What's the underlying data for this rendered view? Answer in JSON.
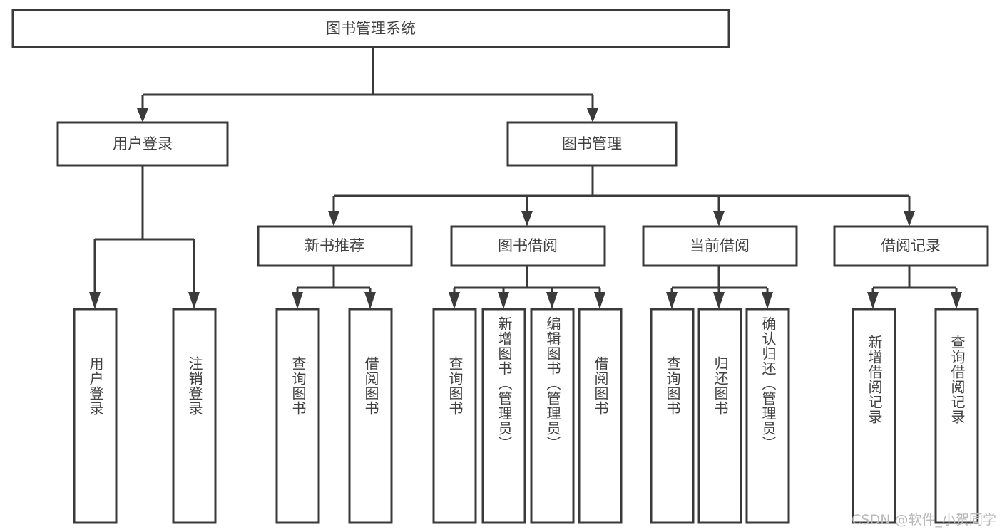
{
  "diagram": {
    "type": "tree-hierarchy",
    "title": "图书管理系统",
    "watermark": "CSDN @软件_小贺同学",
    "colors": {
      "box_stroke": "#3a3a3a",
      "box_fill": "#ffffff",
      "text": "#404040",
      "connector": "#3a3a3a",
      "background": "#ffffff",
      "watermark": "#b9b9b9"
    },
    "root": {
      "label": "图书管理系统"
    },
    "level1": [
      {
        "label": "用户登录"
      },
      {
        "label": "图书管理"
      }
    ],
    "level2": [
      {
        "label": "新书推荐"
      },
      {
        "label": "图书借阅"
      },
      {
        "label": "当前借阅"
      },
      {
        "label": "借阅记录"
      }
    ],
    "leaves": {
      "user_login": [
        {
          "label": "用户登录"
        },
        {
          "label": "注销登录"
        }
      ],
      "new_book_recommend": [
        {
          "label": "查询图书"
        },
        {
          "label": "借阅图书"
        }
      ],
      "book_borrow": [
        {
          "label": "查询图书"
        },
        {
          "label": "新增图书（管理员）"
        },
        {
          "label": "编辑图书（管理员）"
        },
        {
          "label": "借阅图书"
        }
      ],
      "current_borrow": [
        {
          "label": "查询图书"
        },
        {
          "label": "归还图书"
        },
        {
          "label": "确认归还（管理员）"
        }
      ],
      "borrow_record": [
        {
          "label": "新增借阅记录"
        },
        {
          "label": "查询借阅记录"
        }
      ]
    }
  }
}
